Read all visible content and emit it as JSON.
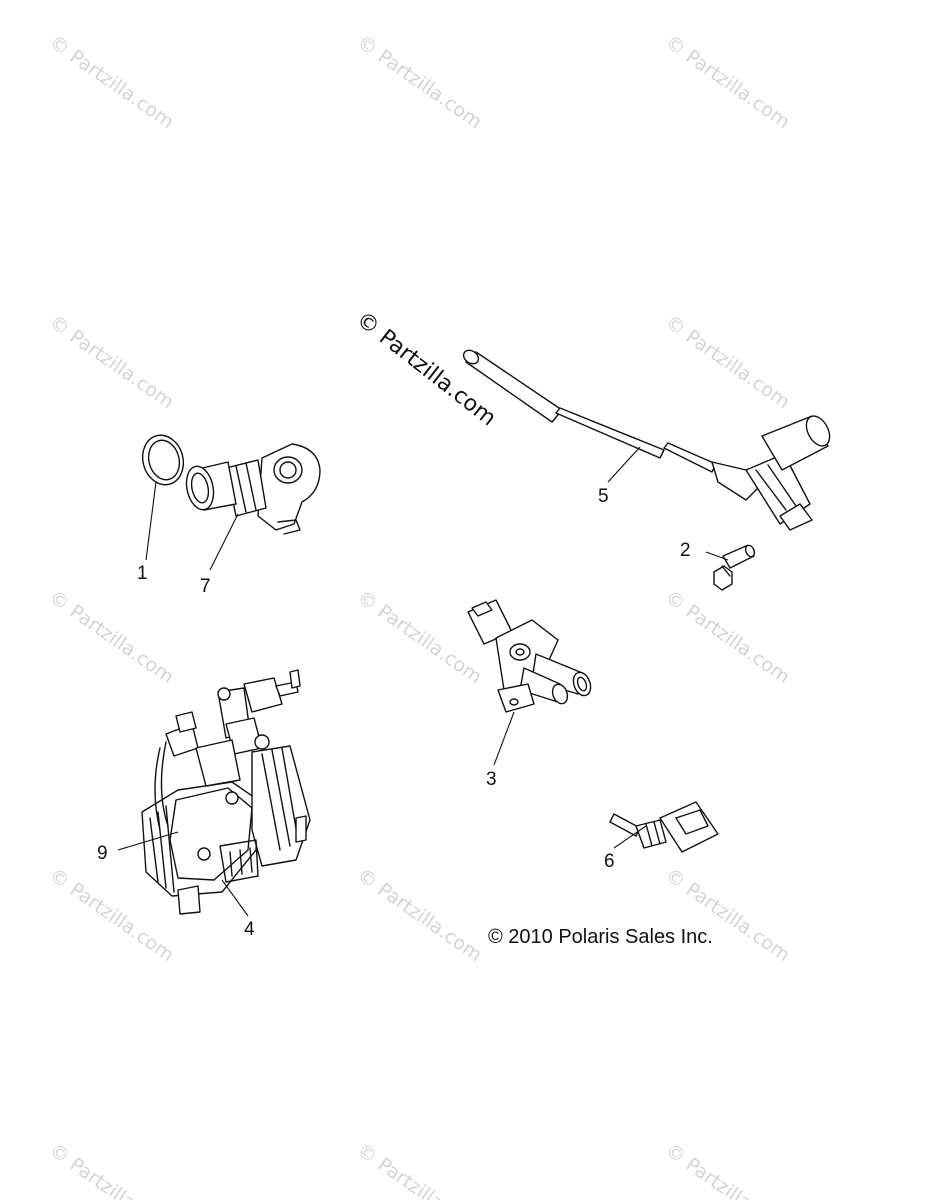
{
  "watermark": "© Partzilla.com",
  "callouts": {
    "c1": "1",
    "c2": "2",
    "c3": "3",
    "c4": "4",
    "c5": "5",
    "c6": "6",
    "c7": "7",
    "c9": "9"
  },
  "copyright": "© 2010 Polaris Sales Inc."
}
